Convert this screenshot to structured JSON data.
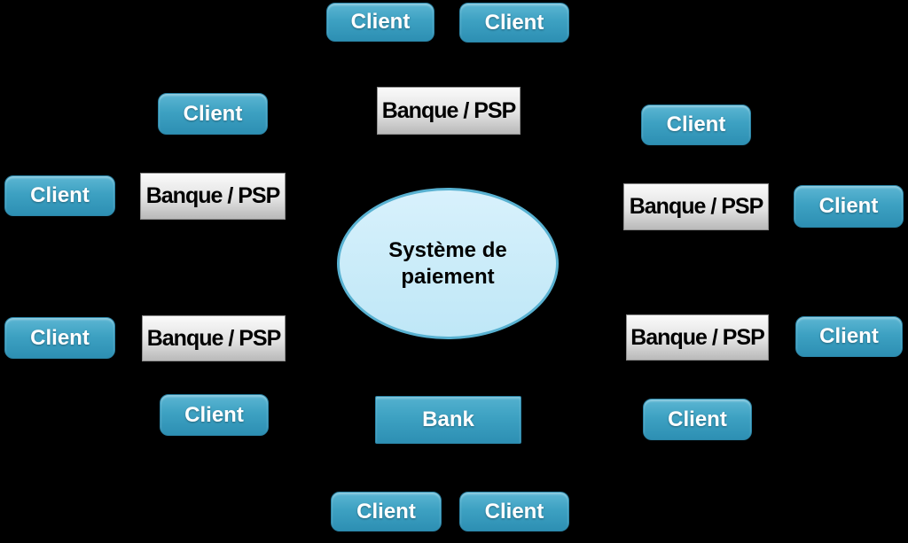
{
  "diagram": {
    "background_color": "#000000",
    "center": {
      "label": "Système de paiement"
    },
    "labels": {
      "client": "Client",
      "banque_psp": "Banque / PSP",
      "bank": "Bank"
    },
    "colors": {
      "client_gradient_top": "#5cb6d3",
      "client_gradient_bottom": "#2d8fb3",
      "client_text": "#ffffff",
      "banque_gradient_top": "#fafafa",
      "banque_gradient_bottom": "#b9b9b9",
      "banque_text": "#000000",
      "ellipse_fill_top": "#d8f1fc",
      "ellipse_fill_bottom": "#bfe7f7",
      "ellipse_border": "#58b1d1"
    },
    "nodes": [
      {
        "id": "client-top-1",
        "label": "Client"
      },
      {
        "id": "client-top-2",
        "label": "Client"
      },
      {
        "id": "banque-psp-top",
        "label": "Banque / PSP"
      },
      {
        "id": "client-upper-left",
        "label": "Client"
      },
      {
        "id": "client-upper-right",
        "label": "Client"
      },
      {
        "id": "client-left",
        "label": "Client"
      },
      {
        "id": "banque-psp-left",
        "label": "Banque / PSP"
      },
      {
        "id": "banque-psp-right",
        "label": "Banque / PSP"
      },
      {
        "id": "client-right",
        "label": "Client"
      },
      {
        "id": "payment-system",
        "label": "Système de paiement"
      },
      {
        "id": "client-bottom-left",
        "label": "Client"
      },
      {
        "id": "banque-psp-bottom-left",
        "label": "Banque / PSP"
      },
      {
        "id": "banque-psp-bottom-right",
        "label": "Banque / PSP"
      },
      {
        "id": "client-bottom-right",
        "label": "Client"
      },
      {
        "id": "client-lower-left",
        "label": "Client"
      },
      {
        "id": "client-lower-right",
        "label": "Client"
      },
      {
        "id": "bank",
        "label": "Bank"
      },
      {
        "id": "client-bottom-row-1",
        "label": "Client"
      },
      {
        "id": "client-bottom-row-2",
        "label": "Client"
      }
    ]
  }
}
